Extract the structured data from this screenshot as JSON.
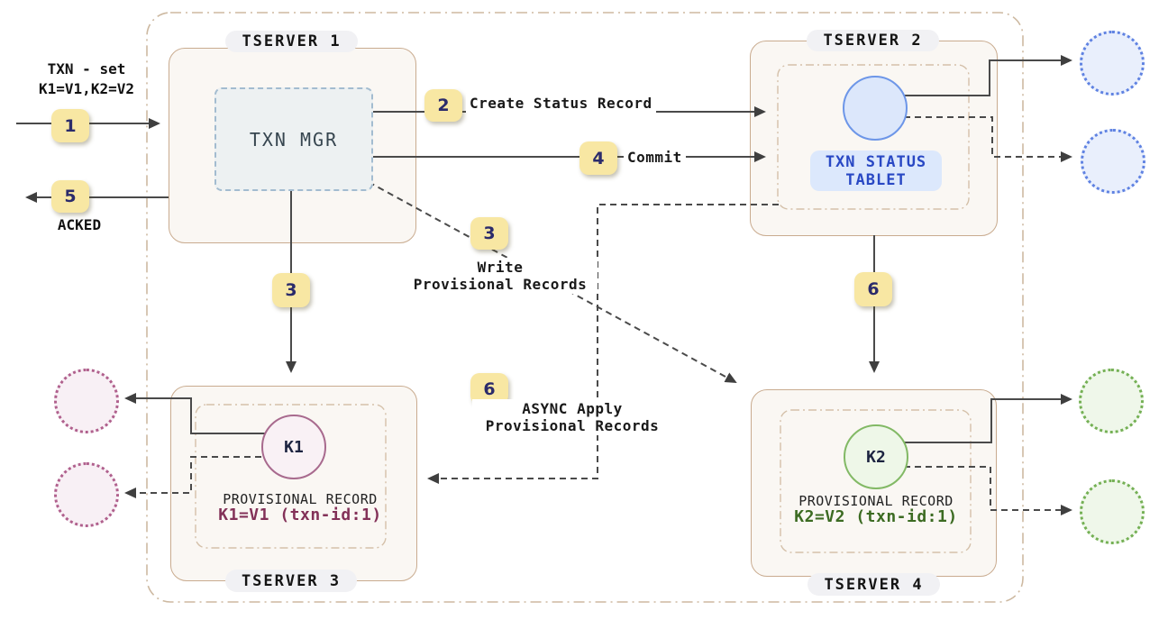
{
  "client": {
    "txn_line1": "TXN - set",
    "txn_line2": "K1=V1,K2=V2",
    "ack": "ACKED"
  },
  "steps": {
    "s1": "1",
    "s2": "2",
    "s3": "3",
    "s4": "4",
    "s5": "5",
    "s6": "6"
  },
  "labels": {
    "create_status": "Create Status Record",
    "commit": "Commit",
    "write_l1": "Write",
    "write_l2": "Provisional Records",
    "async_l1": "ASYNC Apply",
    "async_l2": "Provisional Records"
  },
  "tserver1": {
    "title": "TSERVER 1",
    "txn_mgr": "TXN MGR"
  },
  "tserver2": {
    "title": "TSERVER 2",
    "tablet_l1": "TXN STATUS",
    "tablet_l2": "TABLET"
  },
  "tserver3": {
    "title": "TSERVER 3",
    "key": "K1",
    "record_title": "PROVISIONAL RECORD",
    "record_value": "K1=V1 (txn-id:1)"
  },
  "tserver4": {
    "title": "TSERVER 4",
    "key": "K2",
    "record_title": "PROVISIONAL RECORD",
    "record_value": "K2=V2 (txn-id:1)"
  },
  "colors": {
    "badge_bg": "#f8e7a3",
    "badge_text": "#2b2b6b",
    "server_border": "#c9ab8f",
    "server_bg": "#faf7f3",
    "cluster_border": "#cdb9a1",
    "txn_mgr_bg": "#edf1f2",
    "txn_mgr_border": "#a3bcd0",
    "blue_accent": "#2948c4",
    "blue_tablet_bg": "#dce8fc",
    "blue_circle_stroke": "#6d96e8",
    "k1_stroke": "#a86a8e",
    "k2_stroke": "#82b965",
    "maroon_text": "#833158",
    "green_text": "#3c6b22",
    "arrow": "#4a4a4a"
  }
}
